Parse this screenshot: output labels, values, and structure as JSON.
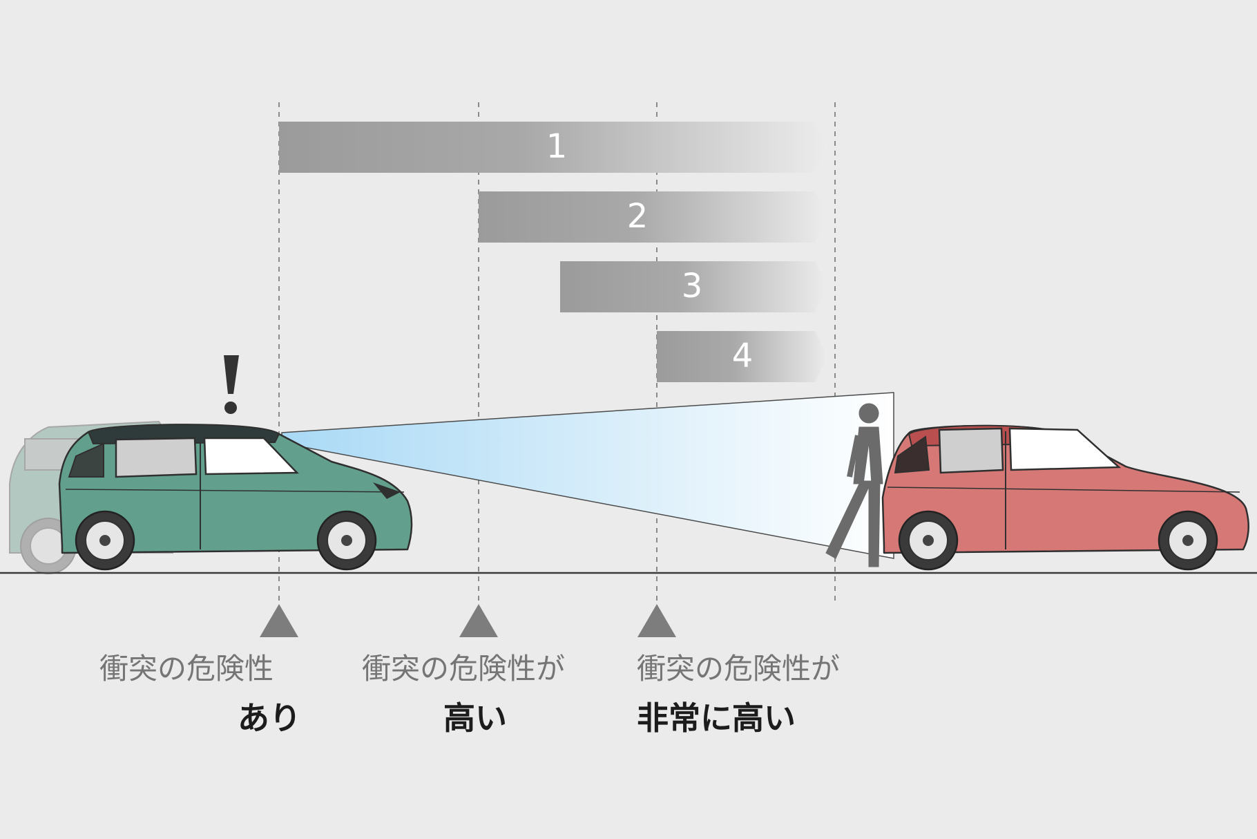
{
  "bars": [
    {
      "label": "1"
    },
    {
      "label": "2"
    },
    {
      "label": "3"
    },
    {
      "label": "4"
    }
  ],
  "stages": [
    {
      "line1": "衝突の危険性",
      "line2": "あり"
    },
    {
      "line1": "衝突の危険性が",
      "line2": "高い"
    },
    {
      "line1": "衝突の危険性が",
      "line2": "非常に高い"
    }
  ],
  "colors": {
    "background": "#ebebeb",
    "bar": "#9c9c9c",
    "own_car": "#62a08d",
    "lead_car": "#d57876",
    "sensor_beam": "#bfe3f8",
    "pedestrian": "#6b6b6b"
  },
  "icons": {
    "warning": "exclamation-icon",
    "marker": "triangle-marker-icon"
  }
}
